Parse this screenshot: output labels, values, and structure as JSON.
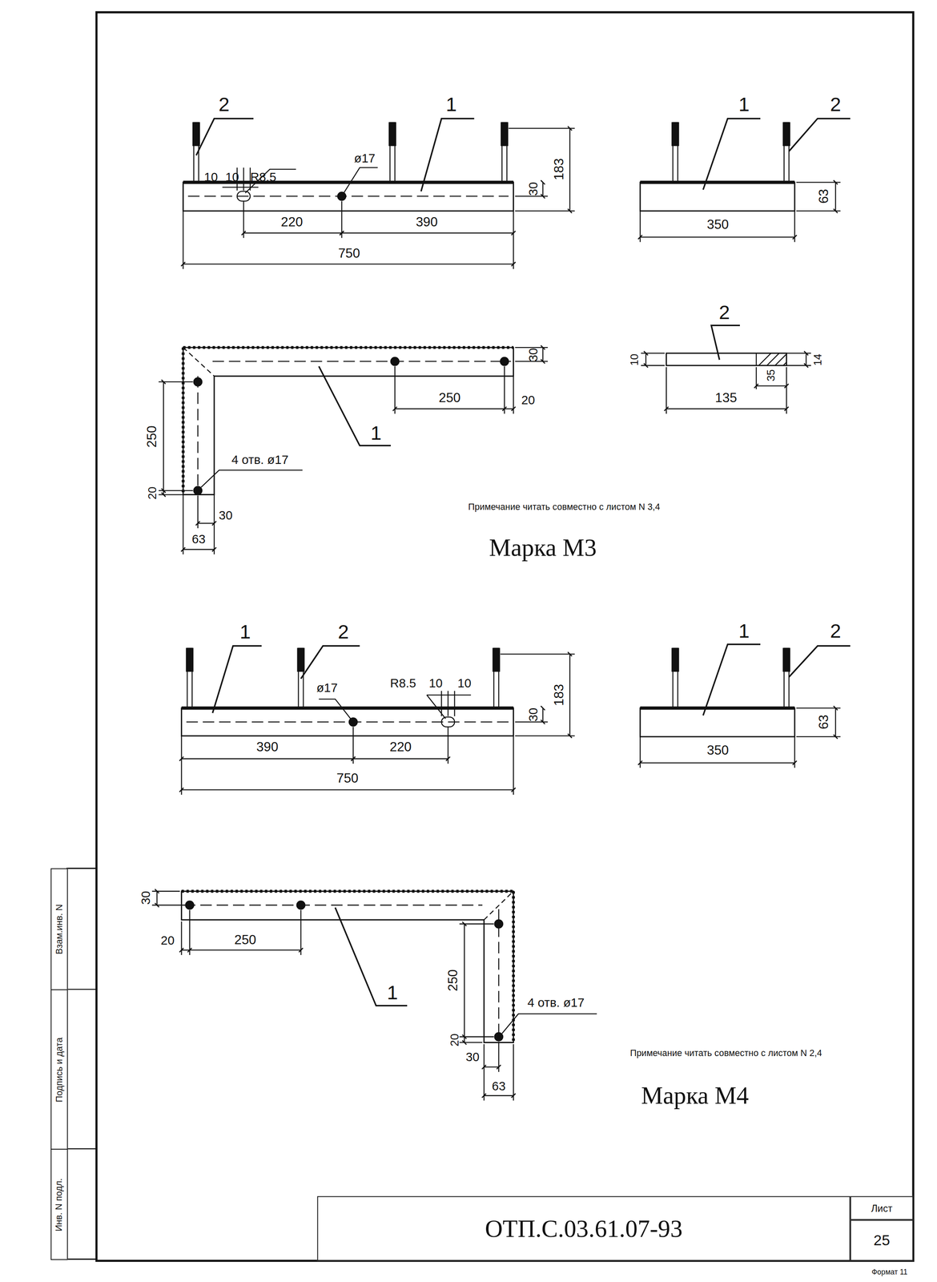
{
  "diagram": {
    "nodes": [
      {
        "text": [
          "ОТП.С.03.61.07-93"
        ]
      },
      {
        "text": [
          "Лист"
        ]
      },
      {
        "text": [
          "25"
        ]
      },
      {
        "text": [
          "Взам.инв. N"
        ]
      },
      {
        "text": [
          "Подпись и дата"
        ]
      },
      {
        "text": [
          "Инв. N подл."
        ]
      }
    ],
    "labels": [
      "2",
      "1",
      "10",
      "10",
      "R8.5",
      "ø17",
      "183",
      "30",
      "220",
      "390",
      "750",
      "1",
      "2",
      "63",
      "350",
      "30",
      "250",
      "20",
      "1",
      "250",
      "4 отв. ø17",
      "20",
      "30",
      "63",
      "2",
      "10",
      "35",
      "14",
      "135",
      "Примечание читать совместно с листом N 3,4",
      "Марка М3",
      "1",
      "2",
      "ø17",
      "R8.5",
      "10",
      "10",
      "183",
      "30",
      "390",
      "220",
      "750",
      "1",
      "2",
      "63",
      "350",
      "30",
      "20",
      "250",
      "1",
      "250",
      "4 отв. ø17",
      "20",
      "30",
      "63",
      "Примечание читать совместно с листом N 2,4",
      "Марка М4",
      "Формат 11"
    ]
  }
}
